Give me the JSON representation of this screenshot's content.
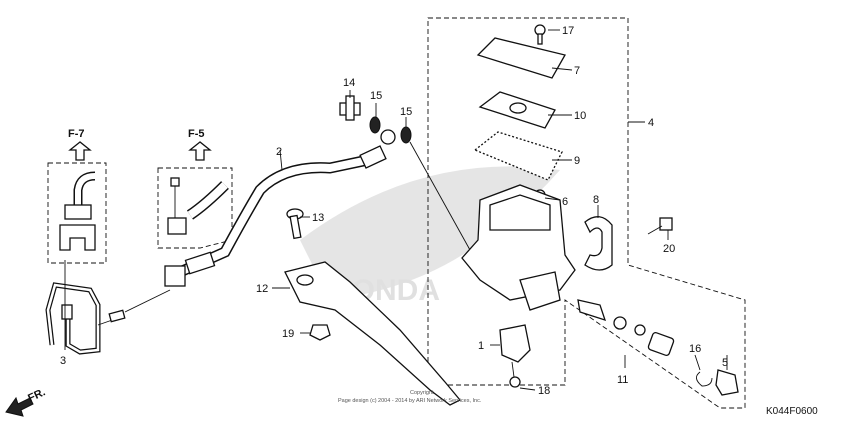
{
  "diagram": {
    "frame_labels": {
      "f7": "F-7",
      "f5": "F-5"
    },
    "direction_label": "FR.",
    "drawing_code": "K044F0600",
    "copyright": {
      "line1": "Copyright",
      "line2": "Page design (c) 2004 - 2014 by ARI Network Services, Inc."
    },
    "callouts": {
      "c1": "1",
      "c2": "2",
      "c3": "3",
      "c4": "4",
      "c5": "5",
      "c6": "6",
      "c7": "7",
      "c8": "8",
      "c9": "9",
      "c10": "10",
      "c11": "11",
      "c12": "12",
      "c13": "13",
      "c14": "14",
      "c15a": "15",
      "c15b": "15",
      "c16": "16",
      "c17": "17",
      "c18": "18",
      "c19": "19",
      "c20": "20"
    },
    "watermark_text": "HONDA"
  }
}
